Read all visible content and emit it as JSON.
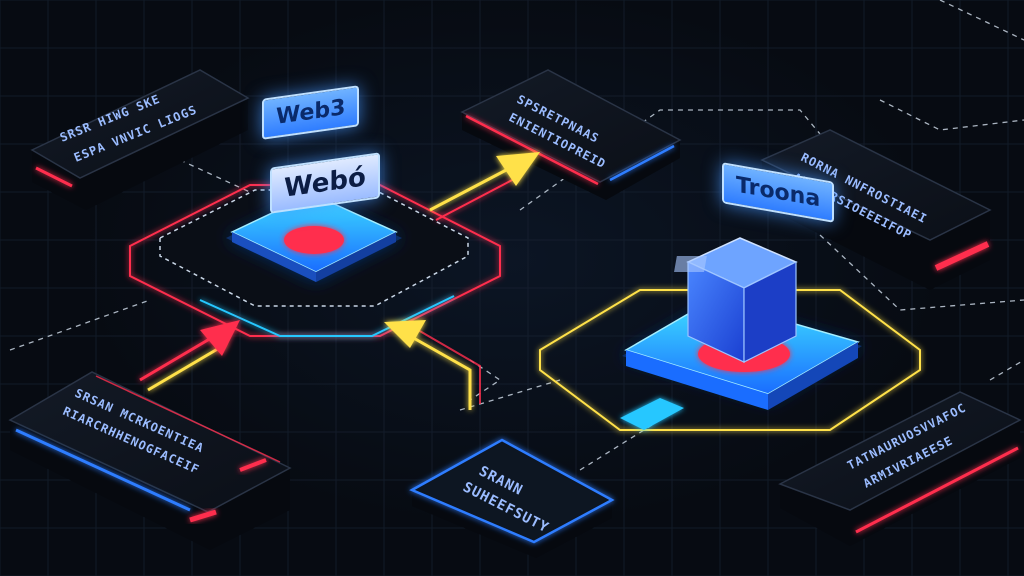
{
  "labels": {
    "web3": "Web3",
    "web_sub": "Webó",
    "troona": "Troona",
    "box_left_top": [
      "SRSR HIWG SKE",
      "ESPA VNVIC LIOGS"
    ],
    "box_center_top": [
      "SPSRETPNAAS",
      "ENIENTIOPREID"
    ],
    "box_right_top": [
      "RORNA NNFROSTIAEI",
      "ARFNVRSIOEEEIFOP"
    ],
    "box_left_bottom": [
      "SRSAN MCRKOENTIEA",
      "RIARCRHHENOGFACEIF"
    ],
    "box_center_bottom": [
      "SRANN",
      "SUHEEFSUTY"
    ],
    "box_right_bottom": [
      "TATNAURUOSVVAFOC",
      "ARMIVRIAEESE"
    ]
  },
  "colors": {
    "accent_blue": "#2f7dff",
    "neon_red": "#ff2e4d",
    "neon_yellow": "#ffe14a",
    "cyan": "#25c7ff"
  }
}
